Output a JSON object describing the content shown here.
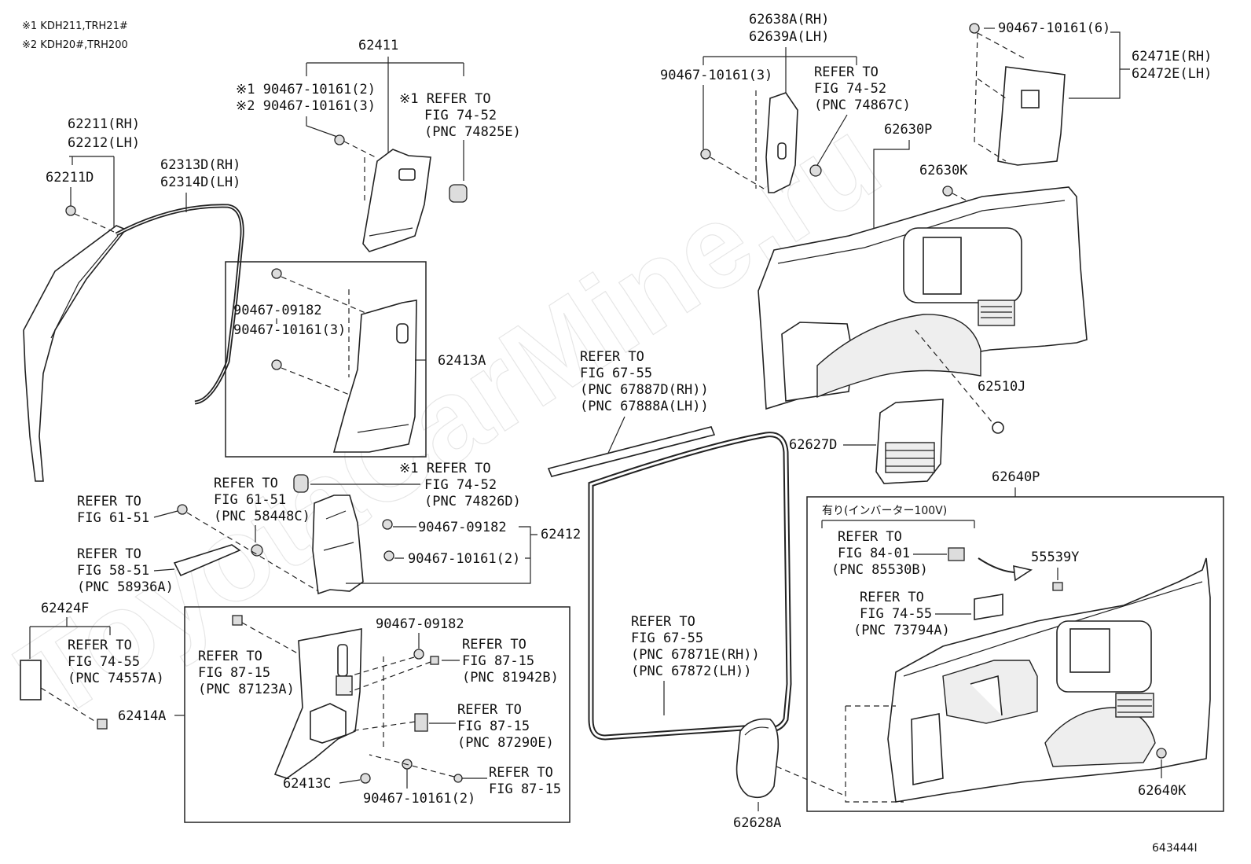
{
  "notes": [
    "※1 KDH211,TRH21#",
    "※2 KDH20#,TRH200"
  ],
  "watermark": "ToyotaCarMine.ru",
  "figure_id": "643444I",
  "labels": {
    "p62411": "62411",
    "p62211rh": "62211(RH)",
    "p62212lh": "62212(LH)",
    "p62211d": "62211D",
    "p62313d": "62313D(RH)",
    "p62314d": "62314D(LH)",
    "note1_clip": "※1 90467-10161(2)",
    "note2_clip": "※2 90467-10161(3)",
    "ref1_a": "※1 REFER TO",
    "ref1_b": "FIG 74-52",
    "ref1_c": "(PNC 74825E)",
    "clip_09182_a": "90467-09182",
    "clip_10161_3": "90467-10161(3)",
    "p62413a": "62413A",
    "p62638a": "62638A(RH)",
    "p62639a": "62639A(LH)",
    "clip_10161_3b": "90467-10161(3)",
    "ref7452_a": "REFER TO",
    "ref7452_b": "FIG 74-52",
    "ref7452_c": "(PNC 74867C)",
    "clip_10161_6": "90467-10161(6)",
    "p62471e": "62471E(RH)",
    "p62472e": "62472E(LH)",
    "p62630p": "62630P",
    "p62630k": "62630K",
    "p62510j": "62510J",
    "p62627d": "62627D",
    "ref6755_a": "REFER TO",
    "ref6755_b": "FIG 67-55",
    "ref6755_c": "(PNC 67887D(RH))",
    "ref6755_d": "(PNC 67888A(LH))",
    "ref7452d_a": "※1 REFER TO",
    "ref7452d_b": "FIG 74-52",
    "ref7452d_c": "(PNC 74826D)",
    "ref6151a_a": "REFER TO",
    "ref6151a_b": "FIG 61-51",
    "ref6151a_c": "(PNC 58448C)",
    "ref6151b_a": "REFER TO",
    "ref6151b_b": "FIG 61-51",
    "clip_09182_b": "90467-09182",
    "p62412": "62412",
    "clip_10161_2": "90467-10161(2)",
    "ref5851_a": "REFER TO",
    "ref5851_b": "FIG 58-51",
    "ref5851_c": "(PNC 58936A)",
    "p62424f": "62424F",
    "ref7455_a": "REFER TO",
    "ref7455_b": "FIG 74-55",
    "ref7455_c": "(PNC 74557A)",
    "ref8715a_a": "REFER TO",
    "ref8715a_b": "FIG 87-15",
    "ref8715a_c": "(PNC 87123A)",
    "p62414a": "62414A",
    "clip_09182_c": "90467-09182",
    "ref8715b_a": "REFER TO",
    "ref8715b_b": "FIG 87-15",
    "ref8715b_c": "(PNC 81942B)",
    "ref8715c_a": "REFER TO",
    "ref8715c_b": "FIG 87-15",
    "ref8715c_c": "(PNC 87290E)",
    "ref8715d_a": "REFER TO",
    "ref8715d_b": "FIG 87-15",
    "p62413c": "62413C",
    "clip_10161_2b": "90467-10161(2)",
    "ref6755b_a": "REFER TO",
    "ref6755b_b": "FIG 67-55",
    "ref6755b_c": "(PNC 67871E(RH))",
    "ref6755b_d": "(PNC 67872(LH))",
    "p62628a": "62628A",
    "p62640p": "62640P",
    "inverter": "有り(インバーター100V)",
    "ref8401_a": "REFER TO",
    "ref8401_b": "FIG 84-01",
    "ref8401_c": "(PNC 85530B)",
    "p55539y": "55539Y",
    "ref7455b_a": "REFER TO",
    "ref7455b_b": "FIG 74-55",
    "ref7455b_c": "(PNC 73794A)",
    "p62640k": "62640K"
  }
}
